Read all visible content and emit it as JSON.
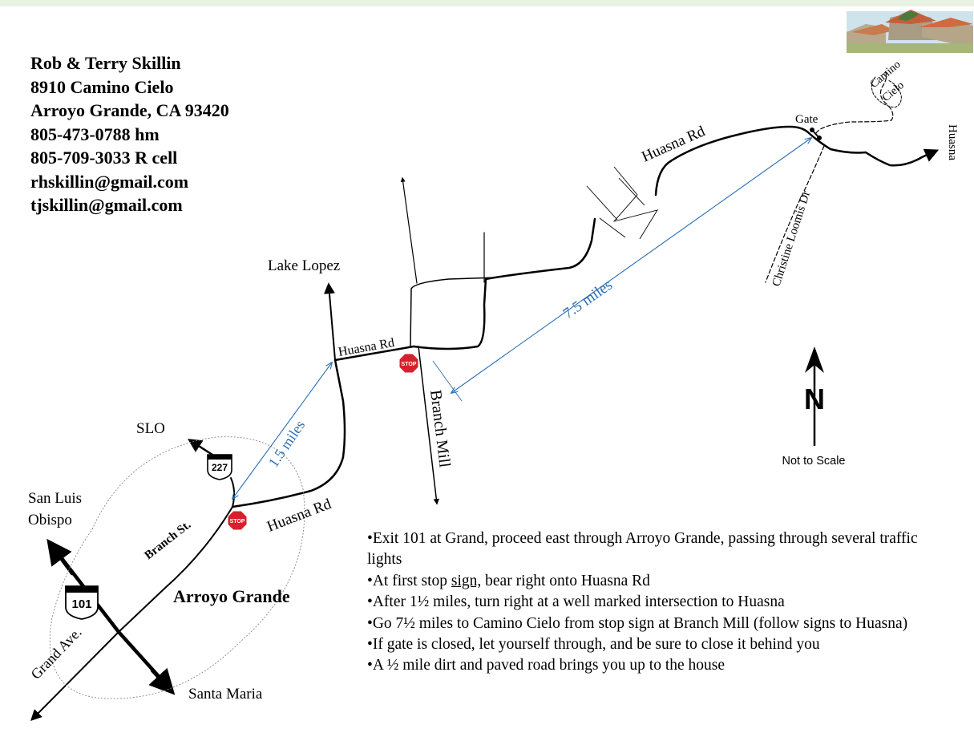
{
  "contact": {
    "lines": [
      "Rob & Terry Skillin",
      "8910 Camino Cielo",
      "Arroyo Grande, CA  93420",
      "805-473-0788 hm",
      "805-709-3033 R cell",
      "rhskillin@gmail.com",
      "tjskillin@gmail.com"
    ]
  },
  "map": {
    "places": {
      "lake_lopez": "Lake Lopez",
      "slo": "SLO",
      "san_luis": "San Luis",
      "obispo": "Obispo",
      "santa_maria": "Santa Maria",
      "arroyo_grande": "Arroyo Grande",
      "gate": "Gate",
      "huasna": "Huasna"
    },
    "roads": {
      "huasna_rd_1": "Huasna Rd",
      "huasna_rd_2": "Huasna Rd",
      "huasna_rd_3": "Huasna Rd",
      "branch_mill": "Branch Mill",
      "branch_st": "Branch St.",
      "grand_ave": "Grand Ave.",
      "camino": "Camino",
      "cielo": "Cielo",
      "christine_loomis": "Christine Loomis Dr"
    },
    "shields": {
      "hwy_227": "227",
      "hwy_101": "101"
    },
    "distances": {
      "d1": "1.5 miles",
      "d2": "7.5 miles"
    },
    "stop_sign": "STOP",
    "compass": "N",
    "scale_note": "Not to Scale",
    "colors": {
      "road": "#000000",
      "distance_line": "#2b6fb5",
      "stop": "#d6202b",
      "background_bar": "#e9f3e4"
    }
  },
  "directions": {
    "step1": "•Exit 101 at Grand, proceed east through Arroyo Grande, passing through several traffic lights",
    "step2_pre": "•At first stop ",
    "step2_link": "sign,",
    "step2_post": " bear right onto Huasna Rd",
    "step3": "•After 1½  miles, turn right at a well marked intersection to Huasna",
    "step4": "•Go 7½  miles to Camino Cielo from stop sign at Branch Mill (follow signs to Huasna)",
    "step5": "•If gate is closed, let yourself through, and be sure to close it behind you",
    "step6": "•A ½ mile dirt and paved road brings you up to the house"
  }
}
